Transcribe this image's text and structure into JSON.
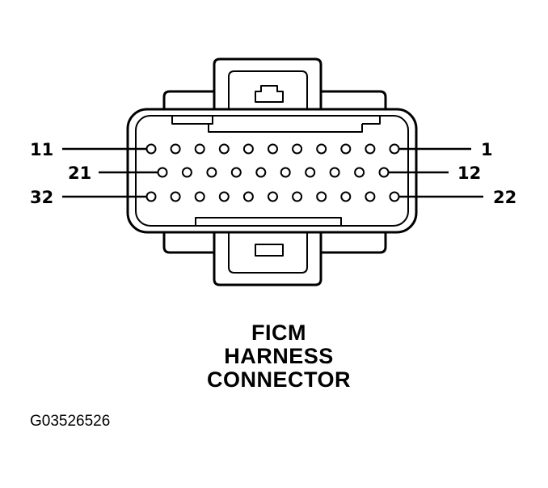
{
  "connector": {
    "rows": [
      {
        "start_pin": "11",
        "end_pin": "1",
        "pin_count": 11
      },
      {
        "start_pin": "21",
        "end_pin": "12",
        "pin_count": 10
      },
      {
        "start_pin": "32",
        "end_pin": "22",
        "pin_count": 11
      }
    ]
  },
  "caption": {
    "line1": "FICM",
    "line2": "HARNESS",
    "line3": "CONNECTOR"
  },
  "figure_id": "G03526526",
  "colors": {
    "ink": "#000000",
    "background": "#ffffff"
  }
}
